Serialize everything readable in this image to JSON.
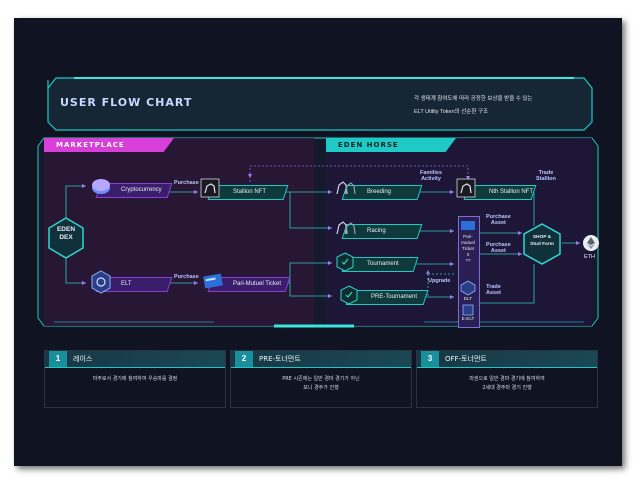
{
  "header": {
    "title": "USER FLOW CHART",
    "subtitle_line1": "각 생태계 참여도에 따라 공정한 보상을 받을 수 있는",
    "subtitle_line2": "ELT Utility Token의 선순환 구조"
  },
  "sections": {
    "marketplace": "MARKETPLACE",
    "eden_horse": "EDEN HORSE"
  },
  "nodes": {
    "eden_dex": "EDEN\nDEX",
    "cryptocurrency": "Cryptocurrency",
    "stallion_nft": "Stallion NFT",
    "elt": "ELT",
    "pari_mutuel_ticket": "Pari-Mutuel Ticket",
    "breeding": "Breeding",
    "racing": "Racing",
    "tournament": "Tournament",
    "pre_tournament": "PRE-Tournament",
    "nth_stallion_nft": "Nth Stallion NFT",
    "pari_ticket_line1": "Pari-",
    "pari_ticket_line2": "mutuel",
    "pari_ticket_line3": "Ticket",
    "pari_ticket_line4": "X",
    "pari_ticket_line5": "??",
    "elt_small": "ELT",
    "e_elt": "E-ELT",
    "shop": "SHOP &\nStud Farm",
    "eth": "ETH"
  },
  "flows": {
    "purchase_top": "Purchase",
    "purchase_bottom": "Purchase",
    "families_activity": "Families\nActivity",
    "trade_stallion": "Trade\nStallion",
    "purchase_asset_top": "Purchase\nAsset",
    "purchase_asset_mid": "Purchase\nAsset",
    "upgrade": "Upgrade",
    "trade_asset": "Trade\nAsset"
  },
  "cards": [
    {
      "number": "1",
      "title": "레이스",
      "desc_line1": "마주로서 경기에 참여하여 우승마를 결정",
      "desc_line2": ""
    },
    {
      "number": "2",
      "title": "PRE-토너먼트",
      "desc_line1": "PRE 시즌에는 일반 경마 경기가 아닌",
      "desc_line2": "포니 경주가 진행"
    },
    {
      "number": "3",
      "title": "OFF-토너먼트",
      "desc_line1": "마권으로 일반 경마 경기에 참여하여",
      "desc_line2": "2세대 경주마 경기 진행"
    }
  ],
  "colors": {
    "teal": "#1fc9c6",
    "purple": "#8b3fd0",
    "magenta": "#d83fd8",
    "background": "#101422"
  }
}
